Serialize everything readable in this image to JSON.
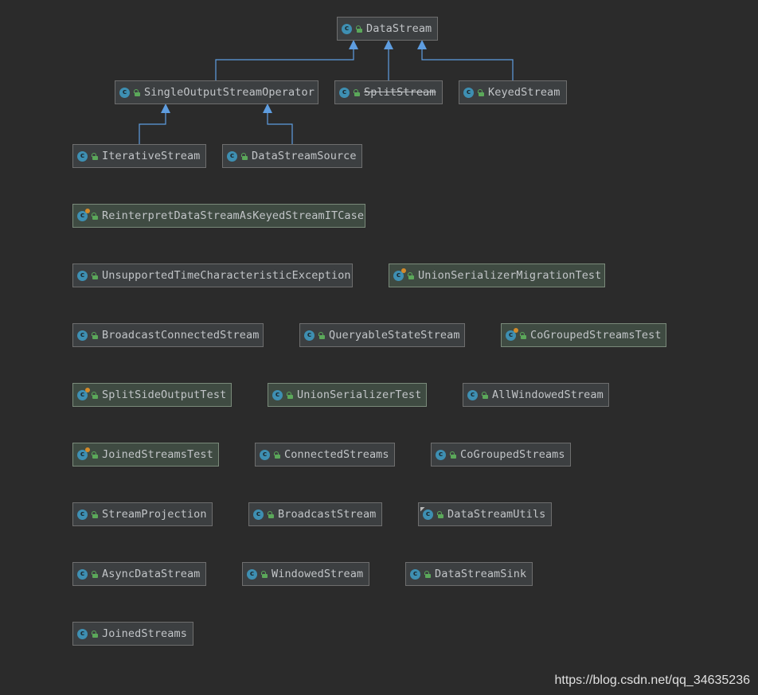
{
  "diagram": {
    "nodes": [
      {
        "id": "datastream",
        "label": "DataStream",
        "kind": "class"
      },
      {
        "id": "singleoutput",
        "label": "SingleOutputStreamOperator",
        "kind": "class"
      },
      {
        "id": "splitstream",
        "label": "SplitStream",
        "kind": "class",
        "deprecated": true
      },
      {
        "id": "keyedstream",
        "label": "KeyedStream",
        "kind": "class"
      },
      {
        "id": "iterative",
        "label": "IterativeStream",
        "kind": "class"
      },
      {
        "id": "datastreamsource",
        "label": "DataStreamSource",
        "kind": "class"
      },
      {
        "id": "reinterpret",
        "label": "ReinterpretDataStreamAsKeyedStreamITCase",
        "kind": "test"
      },
      {
        "id": "unsupported",
        "label": "UnsupportedTimeCharacteristicException",
        "kind": "class"
      },
      {
        "id": "unionmigration",
        "label": "UnionSerializerMigrationTest",
        "kind": "test"
      },
      {
        "id": "broadcastconnected",
        "label": "BroadcastConnectedStream",
        "kind": "class"
      },
      {
        "id": "queryable",
        "label": "QueryableStateStream",
        "kind": "class"
      },
      {
        "id": "cogroupedtest",
        "label": "CoGroupedStreamsTest",
        "kind": "test"
      },
      {
        "id": "splitsidetest",
        "label": "SplitSideOutputTest",
        "kind": "test"
      },
      {
        "id": "unionserializertest",
        "label": "UnionSerializerTest",
        "kind": "test"
      },
      {
        "id": "allwindowed",
        "label": "AllWindowedStream",
        "kind": "class"
      },
      {
        "id": "joinedtest",
        "label": "JoinedStreamsTest",
        "kind": "test"
      },
      {
        "id": "connected",
        "label": "ConnectedStreams",
        "kind": "class"
      },
      {
        "id": "cogrouped",
        "label": "CoGroupedStreams",
        "kind": "class"
      },
      {
        "id": "projection",
        "label": "StreamProjection",
        "kind": "class"
      },
      {
        "id": "broadcast",
        "label": "BroadcastStream",
        "kind": "class"
      },
      {
        "id": "utils",
        "label": "DataStreamUtils",
        "kind": "util"
      },
      {
        "id": "async",
        "label": "AsyncDataStream",
        "kind": "class"
      },
      {
        "id": "windowed",
        "label": "WindowedStream",
        "kind": "class"
      },
      {
        "id": "sink",
        "label": "DataStreamSink",
        "kind": "class"
      },
      {
        "id": "joined",
        "label": "JoinedStreams",
        "kind": "class"
      }
    ],
    "edges": [
      {
        "from": "singleoutput",
        "to": "datastream"
      },
      {
        "from": "splitstream",
        "to": "datastream"
      },
      {
        "from": "keyedstream",
        "to": "datastream"
      },
      {
        "from": "iterative",
        "to": "singleoutput"
      },
      {
        "from": "datastreamsource",
        "to": "singleoutput"
      }
    ],
    "colors": {
      "edge": "#5e9de0",
      "class_icon": "#3e8fb2",
      "lock": "#5ba85a",
      "test_fill": "#3f4b42"
    },
    "icons": {
      "class": "class-c-icon",
      "visibility": "public-lock-icon"
    }
  },
  "watermark": "https://blog.csdn.net/qq_34635236"
}
